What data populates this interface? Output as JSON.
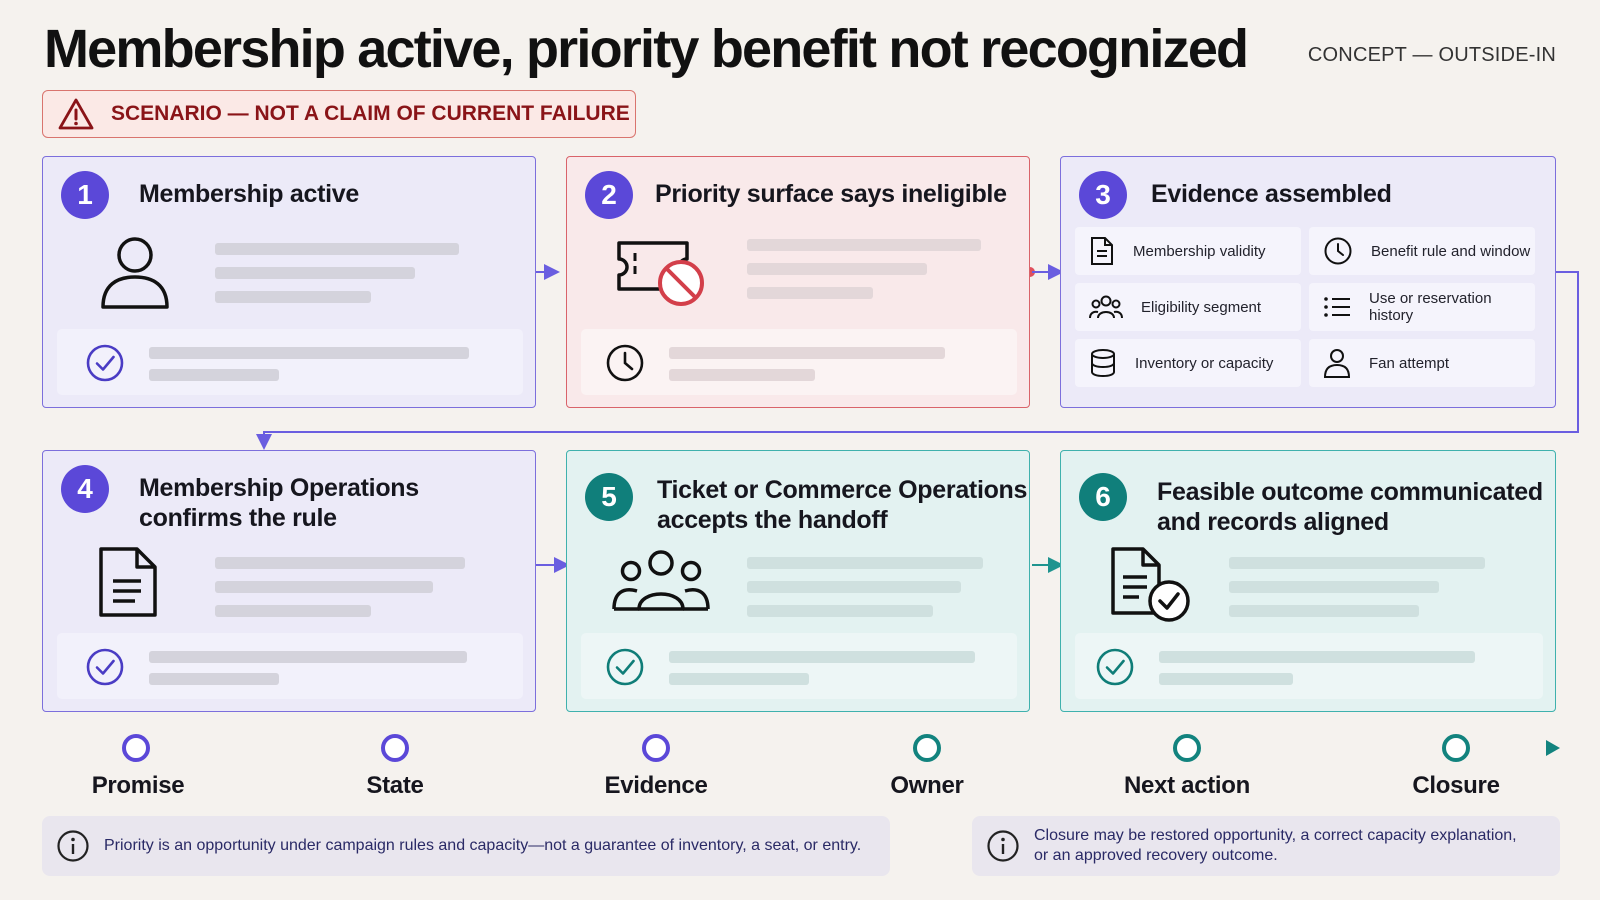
{
  "header": {
    "title": "Membership active, priority benefit not recognized",
    "tag": "CONCEPT — OUTSIDE-IN",
    "scenario_label": "SCENARIO — NOT A CLAIM OF CURRENT FAILURE"
  },
  "steps": [
    {
      "number": "1",
      "title": "Membership active",
      "icon": "user-icon"
    },
    {
      "number": "2",
      "title": "Priority surface says ineligible",
      "icon": "ticket-blocked-icon"
    },
    {
      "number": "3",
      "title": "Evidence assembled",
      "icon": "evidence-grid"
    },
    {
      "number": "4",
      "title_line1": "Membership Operations",
      "title_line2": "confirms the rule",
      "icon": "document-icon"
    },
    {
      "number": "5",
      "title_line1": "Ticket or Commerce Operations",
      "title_line2": "accepts the handoff",
      "icon": "group-icon"
    },
    {
      "number": "6",
      "title_line1": "Feasible outcome communicated",
      "title_line2": "and records aligned",
      "icon": "document-check-icon"
    }
  ],
  "evidence": [
    {
      "label": "Membership validity",
      "icon": "document-icon"
    },
    {
      "label": "Benefit rule and window",
      "icon": "clock-icon"
    },
    {
      "label": "Eligibility segment",
      "icon": "group-icon"
    },
    {
      "label": "Use or reservation history",
      "icon": "list-icon"
    },
    {
      "label": "Inventory or capacity",
      "icon": "database-icon"
    },
    {
      "label": "Fan attempt",
      "icon": "user-icon"
    }
  ],
  "timeline": [
    "Promise",
    "State",
    "Evidence",
    "Owner",
    "Next action",
    "Closure"
  ],
  "notes": {
    "left": "Priority is an opportunity under campaign rules and capacity—not a guarantee of inventory, a seat, or entry.",
    "right_line1": "Closure may be restored opportunity, a correct capacity explanation,",
    "right_line2": "or an approved recovery outcome."
  },
  "colors": {
    "purple": "#5b48d8",
    "teal": "#107f7b",
    "red": "#d9636a",
    "warning": "#8a1418"
  }
}
